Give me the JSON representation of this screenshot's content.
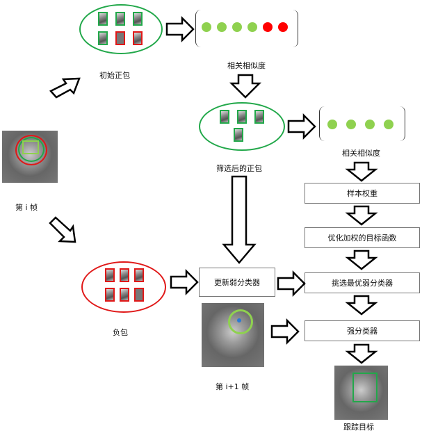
{
  "labels": {
    "initial_positive_bag": "初始正包",
    "correlation_similarity_1": "相关相似度",
    "filtered_positive_bag": "筛选后的正包",
    "correlation_similarity_2": "相关相似度",
    "frame_i": "第 i 帧",
    "negative_bag": "负包",
    "frame_i_plus_1": "第 i+1 帧",
    "tracking_target": "跟踪目标"
  },
  "boxes": {
    "update_weak_classifier": "更新弱分类器",
    "sample_weight": "样本权重",
    "optimize_weighted_objective": "优化加权的目标函数",
    "select_best_weak_classifier": "挑选最优弱分类器",
    "strong_classifier": "强分类器"
  },
  "similarity_vectors": {
    "initial": [
      "green",
      "green",
      "green",
      "green",
      "red",
      "red"
    ],
    "filtered": [
      "green",
      "green",
      "green",
      "green"
    ]
  },
  "colors": {
    "positive": "#22a84a",
    "negative": "#e01818",
    "dot_green": "#8fd14f",
    "dot_red": "#ff0000"
  }
}
